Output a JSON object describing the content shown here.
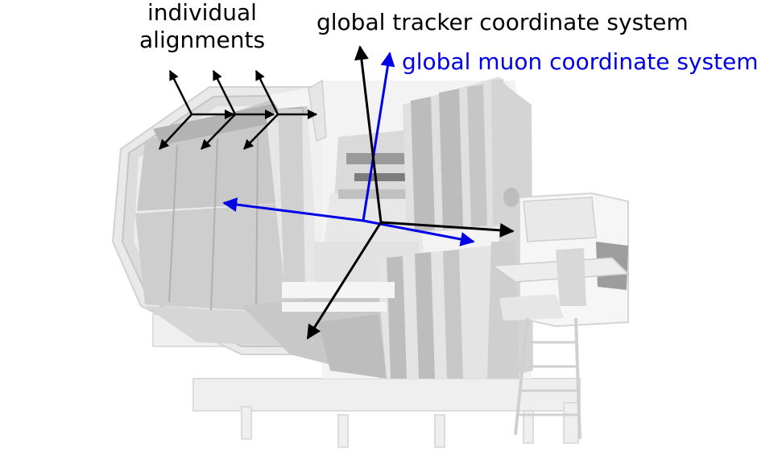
{
  "labels": {
    "individual_line1": "individual",
    "individual_line2": "alignments",
    "tracker": "global tracker coordinate system",
    "muon": "global muon coordinate system"
  },
  "colors": {
    "tracker_axes": "#000000",
    "muon_axes": "#0000e6",
    "muon_label": "#0000e6",
    "detector_light": "#e4e4e4",
    "detector_mid": "#c8c8c8",
    "detector_dark": "#a9a9a9"
  }
}
